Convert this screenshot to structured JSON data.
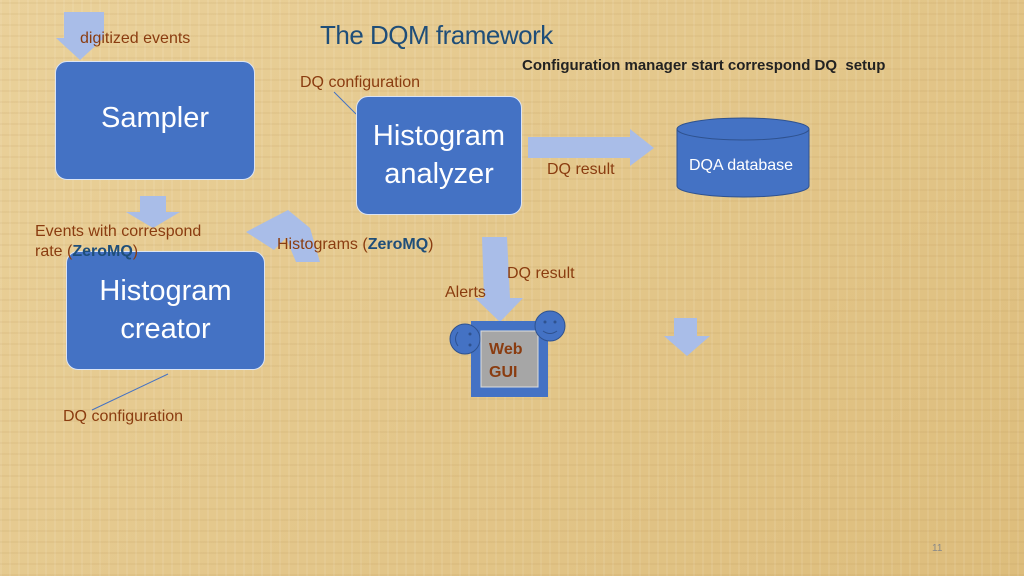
{
  "title": "The DQM framework",
  "subtitle": "Configuration manager start correspond DQ  setup",
  "labels": {
    "digitized_events": "digitized events",
    "dq_config_top": "DQ configuration",
    "dq_config_bottom": "DQ configuration",
    "events_rate_prefix": "Events with correspond",
    "events_rate_line2": "rate (",
    "zeromq": "ZeroMQ",
    "close_paren": ")",
    "histograms_prefix": "Histograms (",
    "dq_result_right": "DQ result",
    "dq_result_down": "DQ result",
    "alerts": "Alerts"
  },
  "nodes": {
    "sampler": "Sampler",
    "analyzer_1": "Histogram",
    "analyzer_2": "analyzer",
    "creator_1": "Histogram",
    "creator_2": "creator",
    "database": "DQA database",
    "webgui_1": "Web",
    "webgui_2": "GUI"
  },
  "page_number": "11",
  "colors": {
    "box": "#4472c4",
    "arrow": "#a9bde8",
    "label": "#8a3c10",
    "title": "#1f4e79"
  }
}
